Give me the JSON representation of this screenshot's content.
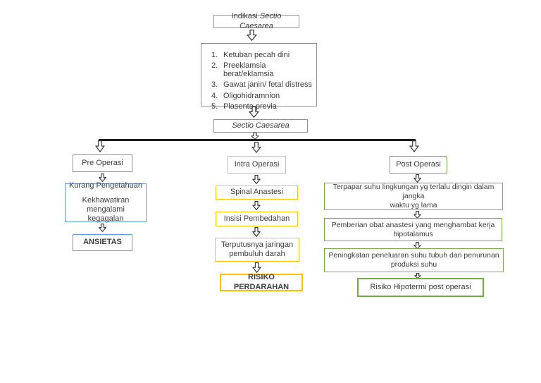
{
  "diagram": {
    "title": {
      "prefix": "Indikasi",
      "procedure": "Sectio Caesarea"
    },
    "indications": {
      "items": [
        {
          "num": "1.",
          "text": "Ketuban pecah dini"
        },
        {
          "num": "2.",
          "text": "Preeklamsia berat/eklamsia"
        },
        {
          "num": "3.",
          "text": "Gawat janin/ fetal distress"
        },
        {
          "num": "4.",
          "text": "Oligohidramnion"
        },
        {
          "num": "5.",
          "text": "Plasenta previa"
        }
      ]
    },
    "procedure_label": "Sectio Caesarea",
    "pre": {
      "header": "Pre Operasi",
      "cause": {
        "line1": "Kurang Pengetahuan",
        "line2": "Kekhawatiran mengalami",
        "line3": "kegagalan"
      },
      "outcome": "ANSIETAS",
      "color": "#5B9BD5"
    },
    "intra": {
      "header": "Intra Operasi",
      "step1": "Spinal Anastesi",
      "step2": "Insisi Pembedahan",
      "step3": {
        "line1": "Terputusnya jaringan",
        "line2": "pembuluh darah"
      },
      "outcome": "RISIKO PERDARAHAN",
      "color": "#FFC000"
    },
    "post": {
      "header": "Post Operasi",
      "step1": {
        "line1": "Terpapar suhu lingkungan yg terlalu dingin dalam jangka",
        "line2": "waktu yg lama"
      },
      "step2": {
        "line1": "Pemberian obat anastesi yang menghambat kerja",
        "line2": "hipotalamus"
      },
      "step3": {
        "line1": "Peningkatan peneluaran suhu tubuh dan penurunan",
        "line2": "produksi suhu"
      },
      "outcome": "Risiko Hipotermi  post operasi",
      "color": "#70AD47"
    }
  }
}
